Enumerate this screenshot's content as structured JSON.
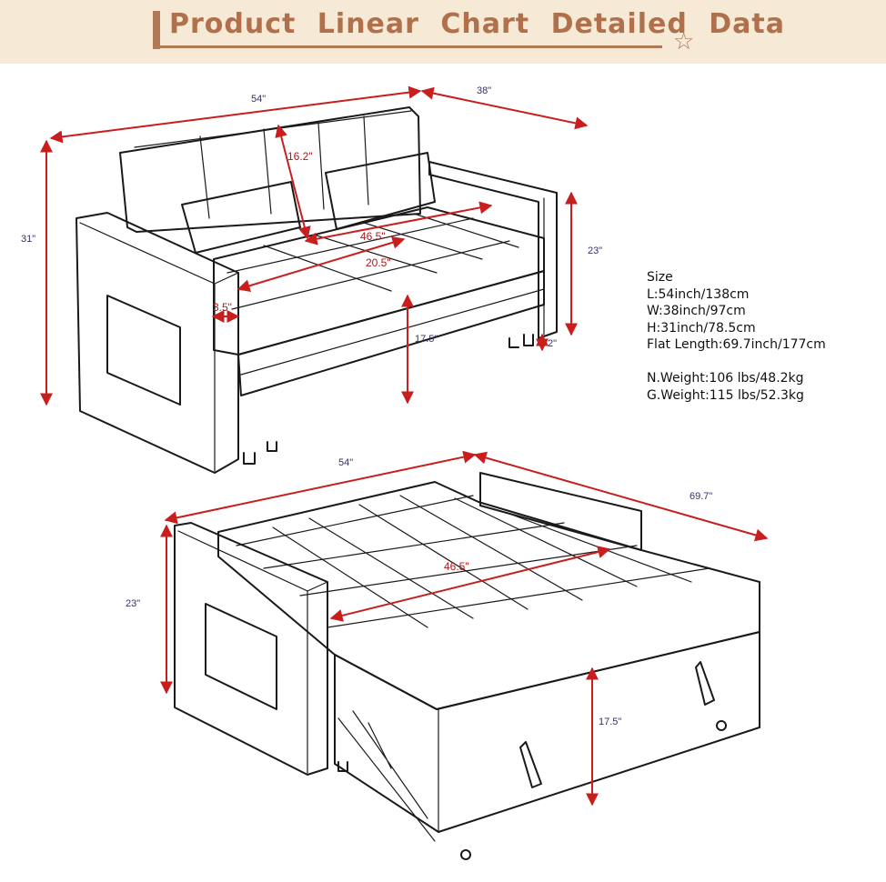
{
  "banner": {
    "title": "Product Linear Chart Detailed Data",
    "star": "☆"
  },
  "specs": {
    "heading": "Size",
    "length": "L:54inch/138cm",
    "width": "W:38inch/97cm",
    "height": "H:31inch/78.5cm",
    "flat_length": "Flat Length:69.7inch/177cm",
    "net_weight": "N.Weight:106 lbs/48.2kg",
    "gross_weight": "G.Weight:115 lbs/52.3kg"
  },
  "sofa_view": {
    "width": "54\"",
    "depth": "38\"",
    "height": "31\"",
    "arm_height": "23\"",
    "back_cushion": "16.2\"",
    "seat_width": "46.5\"",
    "seat_depth": "20.5\"",
    "arm_width": "3.5\"",
    "seat_height": "17.5\"",
    "leg_height": "2\""
  },
  "bed_view": {
    "width": "54\"",
    "length": "69.7\"",
    "height": "23\"",
    "sleep_width": "46.5\"",
    "bed_height": "17.5\""
  },
  "colors": {
    "banner_bg": "#f6e9d6",
    "banner_text": "#b0704c",
    "dimension_red": "#c81e1e",
    "dimension_blue": "#333366"
  }
}
